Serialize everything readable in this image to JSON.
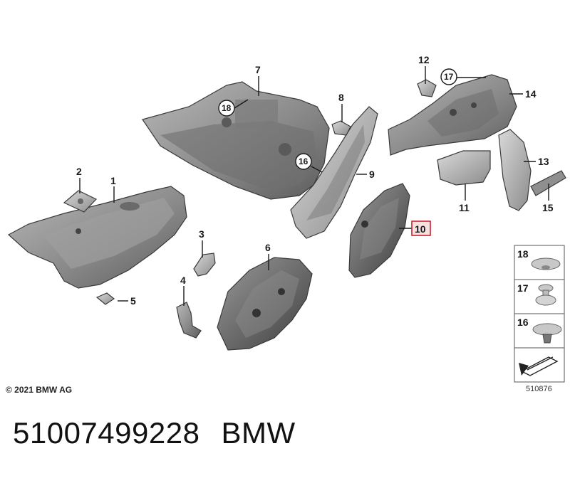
{
  "diagram": {
    "callouts": {
      "c1": "1",
      "c2": "2",
      "c3": "3",
      "c4": "4",
      "c5": "5",
      "c6": "6",
      "c7": "7",
      "c8": "8",
      "c9": "9",
      "c10": "10",
      "c11": "11",
      "c12": "12",
      "c13": "13",
      "c14": "14",
      "c15": "15"
    },
    "circled": {
      "c16": "16",
      "c17": "17",
      "c18": "18"
    },
    "legend": {
      "l18": "18",
      "l17": "17",
      "l16": "16"
    },
    "highlight_color": "#d0202a"
  },
  "copyright": "© 2021 BMW AG",
  "diagram_id": "510876",
  "footer": {
    "part_number": "51007499228",
    "brand": "BMW"
  }
}
